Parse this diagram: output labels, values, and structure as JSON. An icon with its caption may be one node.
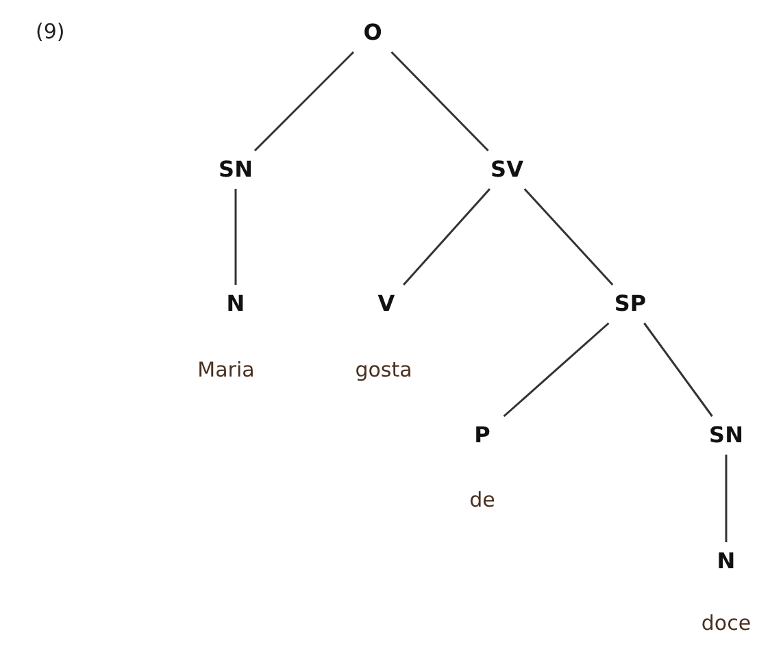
{
  "diagram": {
    "nodes": [
      {
        "text": [
          "O"
        ]
      },
      {
        "text": [
          "SN"
        ]
      },
      {
        "text": [
          "SV"
        ]
      },
      {
        "text": [
          "N"
        ],
        "beside": [
          "Maria"
        ]
      },
      {
        "text": [
          "V"
        ],
        "beside": [
          "gosta"
        ]
      },
      {
        "text": [
          "SP"
        ]
      },
      {
        "text": [
          "P"
        ],
        "beside": [
          "de"
        ]
      },
      {
        "text": [
          "SN"
        ]
      },
      {
        "text": [
          "N"
        ],
        "beside": [
          "doce"
        ]
      }
    ],
    "edges": [
      {
        "from": 0,
        "to": 1,
        "arrow": "none"
      },
      {
        "from": 0,
        "to": 2,
        "arrow": "none"
      },
      {
        "from": 1,
        "to": 3,
        "arrow": "none"
      },
      {
        "from": 2,
        "to": 4,
        "arrow": "none"
      },
      {
        "from": 2,
        "to": 5,
        "arrow": "none"
      },
      {
        "from": 5,
        "to": 6,
        "arrow": "none"
      },
      {
        "from": 5,
        "to": 7,
        "arrow": "none"
      },
      {
        "from": 7,
        "to": 8,
        "arrow": "none"
      }
    ],
    "labels": [
      "(9)"
    ]
  }
}
